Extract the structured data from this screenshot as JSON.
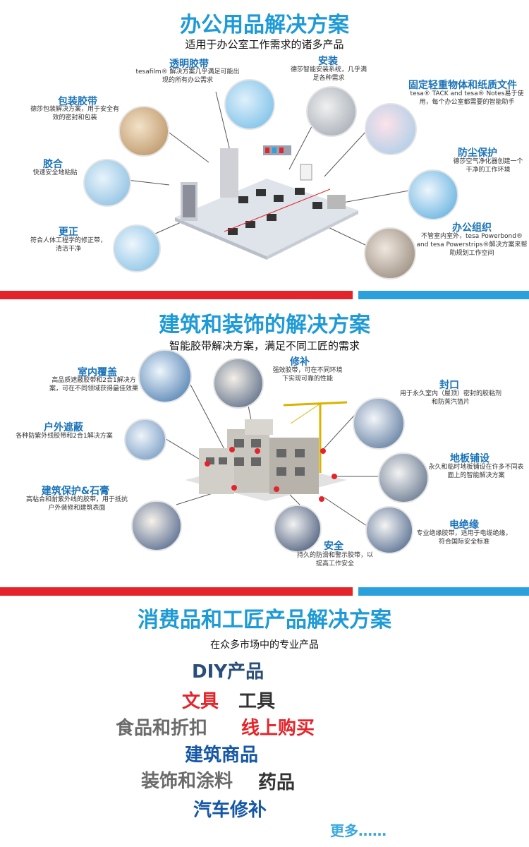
{
  "office": {
    "title": "办公用品解决方案",
    "subtitle": "适用于办公室工作需求的诸多产品",
    "items": [
      {
        "label": "透明胶带",
        "desc": "tesafilm® 解决方案几乎满足可能出现的所有办公需求"
      },
      {
        "label": "安装",
        "desc": "德莎智能安装系统，几乎满足各种需求"
      },
      {
        "label": "包装胶带",
        "desc": "德莎包装解决方案，用于安全有效的密封和包装"
      },
      {
        "label": "固定轻重物体和纸质文件",
        "desc": "tesa® TACK and tesa® Notes易于使用，每个办公室都需要的智能助手"
      },
      {
        "label": "胶合",
        "desc": "快速安全地粘贴"
      },
      {
        "label": "防尘保护",
        "desc": "德莎空气净化器创建一个干净的工作环境"
      },
      {
        "label": "更正",
        "desc": "符合人体工程学的修正带，清洁干净"
      },
      {
        "label": "办公组织",
        "desc": "不管室内室外，tesa Powerbond® and tesa Powerstrips®解决方案来帮助规划工作空间"
      }
    ]
  },
  "building": {
    "title": "建筑和装饰的解决方案",
    "subtitle": "智能胶带解决方案，满足不同工匠的需求",
    "items": [
      {
        "label": "室内覆盖",
        "desc": "高品质遮蔽胶带和2合1解决方案，可在不同领域获得最佳效果"
      },
      {
        "label": "修补",
        "desc": "强效胶带，可在不同环境下实现可靠的性能"
      },
      {
        "label": "封口",
        "desc": "用于永久室内（屋顶）密封的胶粘剂和防蒸汽箔片"
      },
      {
        "label": "户外遮蔽",
        "desc": "各种防紫外线胶带和2合1解决方案"
      },
      {
        "label": "地板铺设",
        "desc": "永久和临时地板铺设在许多不同表面上的智能解决方案"
      },
      {
        "label": "建筑保护&石膏",
        "desc": "高粘合和耐紫外线的胶带，用于抵抗户外装修和建筑表面"
      },
      {
        "label": "电绝缘",
        "desc": "专业绝缘胶带，适用于电缆绝缘，符合国际安全标准"
      },
      {
        "label": "安全",
        "desc": "持久的防滑和警示胶带，以提高工作安全"
      }
    ]
  },
  "consumer": {
    "title": "消费品和工匠产品解决方案",
    "subtitle": "在众多市场中的专业产品",
    "words": [
      "DIY产品",
      "文具",
      "工具",
      "食品和折扣",
      "线上购买",
      "建筑商品",
      "装饰和涂料",
      "药品",
      "汽车修补"
    ],
    "more": "更多……"
  },
  "colors": {
    "title_blue": "#1e9ad6",
    "label_blue": "#1a73b8",
    "red": "#e4242a",
    "navy": "#2a4d7a",
    "gray": "#6b6b6b",
    "black": "#333333",
    "deep_blue": "#1557a6",
    "light_blue": "#3aa7e0"
  }
}
